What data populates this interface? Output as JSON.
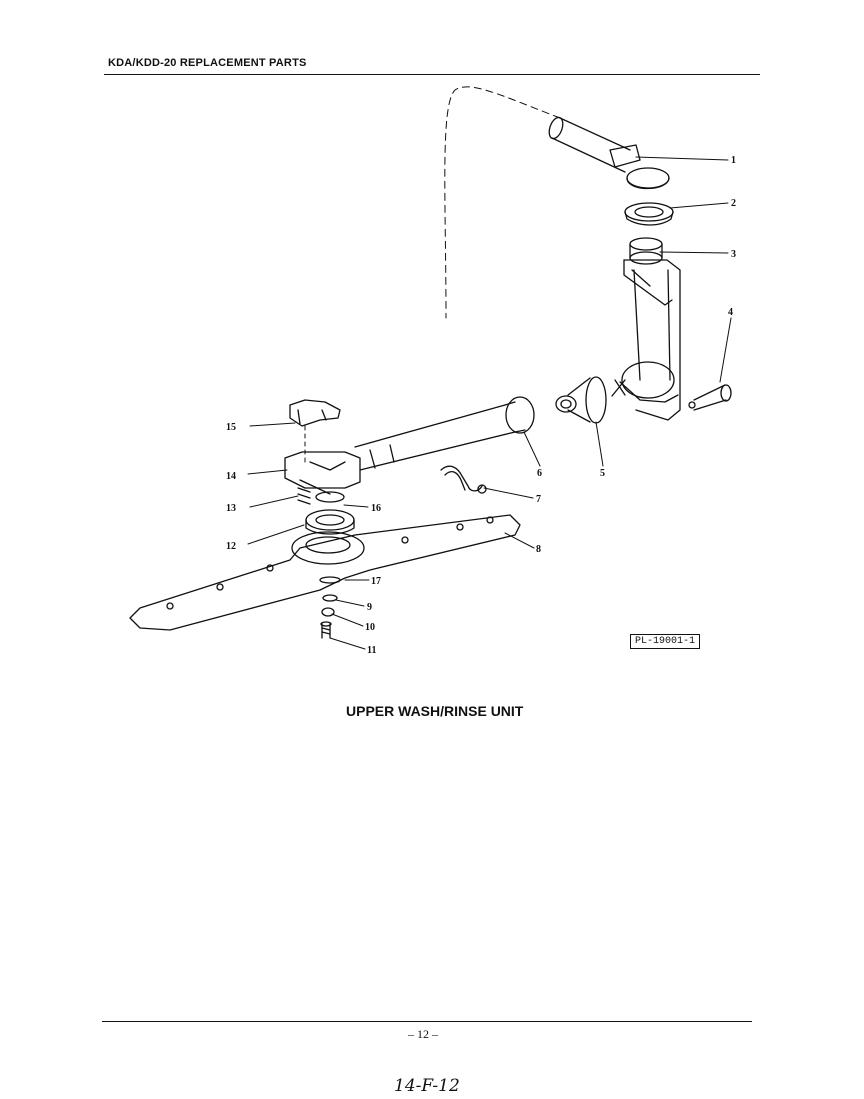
{
  "header": {
    "title": "KDA/KDD-20 REPLACEMENT PARTS"
  },
  "diagram": {
    "caption": "UPPER WASH/RINSE UNIT",
    "reference_code": "PL-19001-1",
    "callouts": [
      {
        "id": "1",
        "label": "1"
      },
      {
        "id": "2",
        "label": "2"
      },
      {
        "id": "3",
        "label": "3"
      },
      {
        "id": "4",
        "label": "4"
      },
      {
        "id": "5",
        "label": "5"
      },
      {
        "id": "6",
        "label": "6"
      },
      {
        "id": "7",
        "label": "7"
      },
      {
        "id": "8",
        "label": "8"
      },
      {
        "id": "9",
        "label": "9"
      },
      {
        "id": "10",
        "label": "10"
      },
      {
        "id": "11",
        "label": "11"
      },
      {
        "id": "12",
        "label": "12"
      },
      {
        "id": "13",
        "label": "13"
      },
      {
        "id": "14",
        "label": "14"
      },
      {
        "id": "15",
        "label": "15"
      },
      {
        "id": "16",
        "label": "16"
      },
      {
        "id": "17",
        "label": "17"
      }
    ]
  },
  "footer": {
    "page_number": "– 12 –",
    "handwritten_code": "14-F-12"
  }
}
